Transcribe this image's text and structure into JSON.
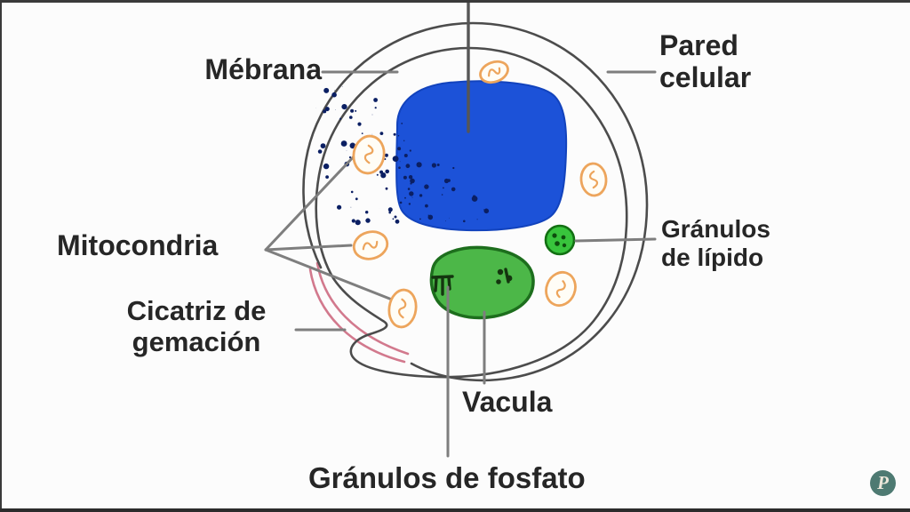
{
  "figure": {
    "type": "cell-diagram",
    "subject": "yeast cell cross-section",
    "labels": {
      "membrane": "Mébrana",
      "cell_wall": "Pared celular",
      "mitochondria": "Mitocondria",
      "bud_scar": "Cicatriz de gemación",
      "lipid_granules": "Gránulos de lípido",
      "vacuole": "Vacula",
      "phosphate_granules": "Gránulos de fosfato"
    },
    "colors": {
      "nucleus_blue": "#1c52d8",
      "vacuole_green": "#4cb748",
      "lipid_green": "#38c43c",
      "mitochondria_orange": "#eda55c",
      "bud_scar_pink": "#d2798d",
      "outline_gray": "#4c4c4c",
      "pointer_gray": "#7e7e7e",
      "text_dark": "#262626",
      "watermark_teal": "#4e7a72"
    },
    "watermark": {
      "letter": "P"
    }
  }
}
